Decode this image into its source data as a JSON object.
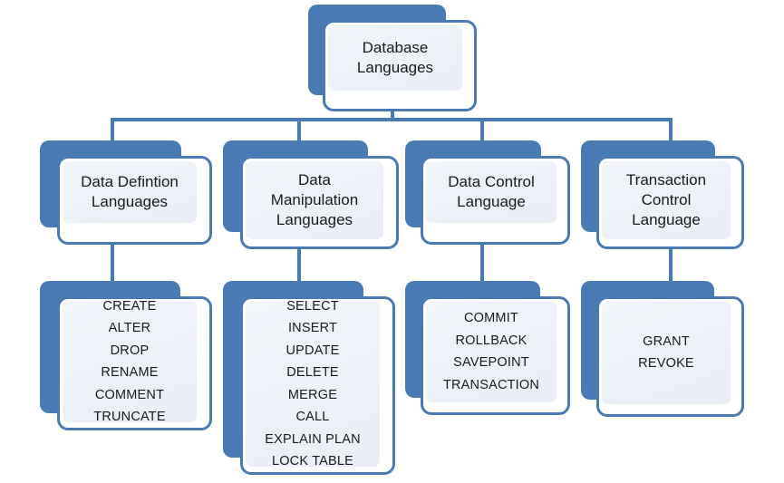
{
  "diagram": {
    "title": "Database Languages",
    "accent_color": "#4a7ab4",
    "panel_fill": "#eef2f9",
    "frame_fill": "#ffffff",
    "background": "#ffffff",
    "root": {
      "label_lines": [
        "Database",
        "Languages"
      ]
    },
    "categories": [
      {
        "id": "ddl",
        "label_lines": [
          "Data Defintion",
          "Languages"
        ],
        "commands": [
          "CREATE",
          "ALTER",
          "DROP",
          "RENAME",
          "COMMENT",
          "TRUNCATE"
        ]
      },
      {
        "id": "dml",
        "label_lines": [
          "Data",
          "Manipulation",
          "Languages"
        ],
        "commands": [
          "SELECT",
          "INSERT",
          "UPDATE",
          "DELETE",
          "MERGE",
          "CALL",
          "EXPLAIN PLAN",
          "LOCK TABLE"
        ]
      },
      {
        "id": "dcl",
        "label_lines": [
          "Data Control",
          "Language"
        ],
        "commands": [
          "COMMIT",
          "ROLLBACK",
          "SAVEPOINT",
          "TRANSACTION"
        ]
      },
      {
        "id": "tcl",
        "label_lines": [
          "Transaction",
          "Control",
          "Language"
        ],
        "commands": [
          "GRANT",
          "REVOKE"
        ]
      }
    ]
  }
}
